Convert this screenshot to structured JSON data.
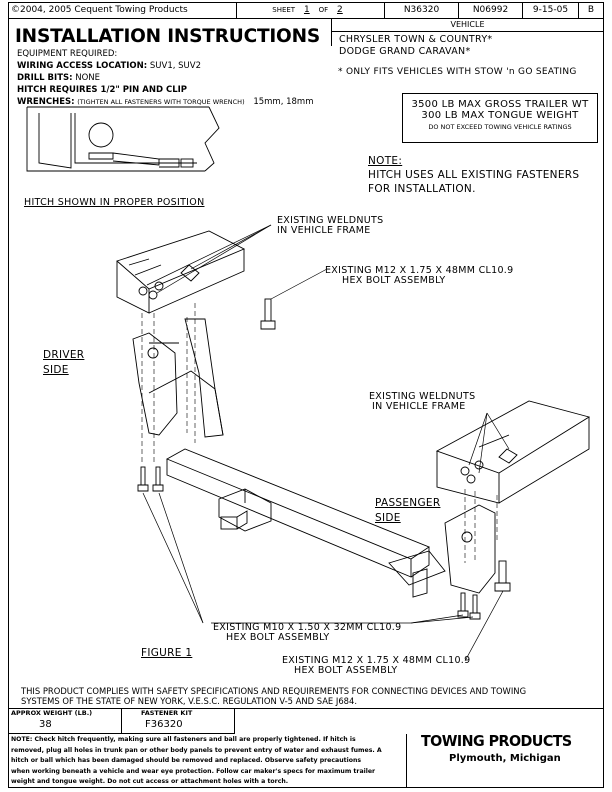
{
  "header": {
    "copyright": "©2004, 2005 Cequent Towing Products",
    "sheet_label": "SHEET",
    "sheet_num": "1",
    "of_label": "OF",
    "sheet_total": "2",
    "part_number": "N36320",
    "drawing_number": "N06992",
    "date": "9-15-05",
    "revision": "B"
  },
  "title": "INSTALLATION INSTRUCTIONS",
  "vehicle": {
    "label": "VEHICLE",
    "line1": "CHRYSLER TOWN & COUNTRY*",
    "line2": "DODGE GRAND CARAVAN*",
    "note": "* ONLY FITS VEHICLES WITH STOW 'n GO SEATING"
  },
  "equipment": {
    "heading": "EQUIPMENT REQUIRED:",
    "wiring_label": "WIRING ACCESS LOCATION:",
    "wiring_value": "SUV1, SUV2",
    "drill_label": "DRILL BITS:",
    "drill_value": "NONE",
    "hitch_req": "HITCH REQUIRES 1/2\" PIN AND CLIP",
    "wrench_label": "WRENCHES:",
    "wrench_note": "(TIGHTEN ALL FASTENERS WITH TORQUE WRENCH)",
    "wrench_value": "15mm, 18mm"
  },
  "ratings": {
    "line1": "3500 LB MAX GROSS TRAILER WT",
    "line2": "300 LB MAX TONGUE WEIGHT",
    "line3": "DO NOT EXCEED TOWING VEHICLE RATINGS"
  },
  "note": {
    "label": "NOTE:",
    "line1": "HITCH USES ALL EXISTING FASTENERS",
    "line2": "FOR INSTALLATION."
  },
  "diagram": {
    "hitch_caption": "HITCH SHOWN IN PROPER POSITION",
    "weldnuts1_l1": "EXISTING WELDNUTS",
    "weldnuts1_l2": "IN VEHICLE FRAME",
    "bolt_m12_top_l1": "EXISTING M12 X 1.75 X 48MM CL10.9",
    "bolt_m12_top_l2": "HEX BOLT ASSEMBLY",
    "driver_l1": "DRIVER",
    "driver_l2": "SIDE",
    "weldnuts2_l1": "EXISTING WELDNUTS",
    "weldnuts2_l2": "IN VEHICLE FRAME",
    "passenger_l1": "PASSENGER",
    "passenger_l2": "SIDE",
    "bolt_m10_l1": "EXISTING M10 X 1.50 X 32MM CL10.9",
    "bolt_m10_l2": "HEX BOLT ASSEMBLY",
    "figure": "FIGURE 1",
    "bolt_m12_bot_l1": "EXISTING M12 X 1.75 X 48MM CL10.9",
    "bolt_m12_bot_l2": "HEX BOLT ASSEMBLY"
  },
  "compliance": {
    "line1": "THIS PRODUCT COMPLIES WITH SAFETY SPECIFICATIONS AND REQUIREMENTS FOR CONNECTING DEVICES AND TOWING",
    "line2": "SYSTEMS OF THE STATE OF NEW YORK, V.E.S.C. REGULATION V-5 AND SAE J684."
  },
  "footer": {
    "weight_label": "APPROX WEIGHT (LB.)",
    "weight_value": "38",
    "kit_label": "FASTENER KIT",
    "kit_value": "F36320",
    "warning_l1": "NOTE: Check hitch frequently, making sure all fasteners and ball are properly tightened. If hitch is",
    "warning_l2": "removed, plug all holes in trunk pan or other body panels to prevent entry of water and exhaust fumes. A",
    "warning_l3": "hitch or ball which has been damaged should be removed and replaced. Observe safety precautions",
    "warning_l4": "when working beneath a vehicle and wear eye protection. Follow car maker's specs for maximum trailer",
    "warning_l5": "weight and tongue weight. Do not cut access or attachment holes with a torch.",
    "brand": "TOWING PRODUCTS",
    "city": "Plymouth, Michigan"
  }
}
